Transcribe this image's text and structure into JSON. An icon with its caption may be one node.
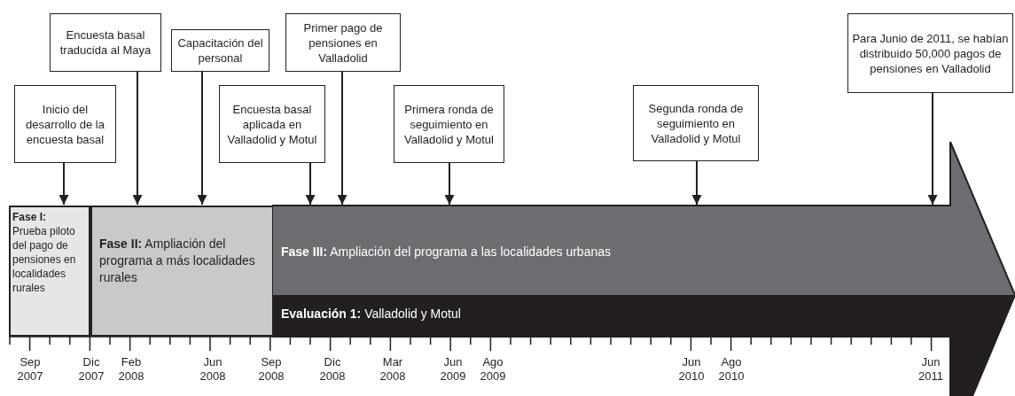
{
  "diagram": {
    "nodes": [
      {
        "text": [
          "Inicio del desarrollo de la encuesta basal"
        ]
      },
      {
        "text": [
          "Encuesta basal traducida al Maya"
        ]
      },
      {
        "text": [
          "Capacitación del personal"
        ]
      },
      {
        "text": [
          "Encuesta basal aplicada en Valladolid y Motul"
        ]
      },
      {
        "text": [
          "Primer pago de pensiones en Valladolid"
        ]
      },
      {
        "text": [
          "Primera ronda de seguimiento en Valladolid y Motul"
        ]
      },
      {
        "text": [
          "Segunda ronda de seguimiento en Valladolid y Motul"
        ]
      },
      {
        "text": [
          "Para Junio de 2011, se habían distribuido 50,000 pagos de pensiones en Valladolid"
        ]
      },
      {
        "text": [
          "Fase I:",
          "Prueba piloto del pago de pensiones en localidades rurales"
        ]
      },
      {
        "text": [
          "**Fase II:** Ampliación del programa a más localidades rurales"
        ]
      },
      {
        "text": [
          "**Fase III:** Ampliación del programa a las localidades urbanas"
        ]
      },
      {
        "text": [
          "**Evaluación 1:** Valladolid y Motul"
        ],
        "in": 10
      }
    ],
    "edges": [
      {
        "from": 0,
        "to": 8,
        "arrow": "to"
      },
      {
        "from": 1,
        "to": 9,
        "arrow": "to"
      },
      {
        "from": 2,
        "to": 9,
        "arrow": "to"
      },
      {
        "from": 3,
        "to": 10,
        "arrow": "to"
      },
      {
        "from": 4,
        "to": 10,
        "arrow": "to"
      },
      {
        "from": 5,
        "to": 10,
        "arrow": "to"
      },
      {
        "from": 6,
        "to": 10,
        "arrow": "to"
      },
      {
        "from": 7,
        "to": 10,
        "arrow": "to"
      }
    ],
    "labels": [
      "Sep 2007",
      "Dic 2007",
      "Feb 2008",
      "Jun 2008",
      "Sep 2008",
      "Dic 2008",
      "Mar 2008",
      "Jun 2009",
      "Ago 2009",
      "Jun 2010",
      "Ago 2010",
      "Jun 2011"
    ]
  }
}
